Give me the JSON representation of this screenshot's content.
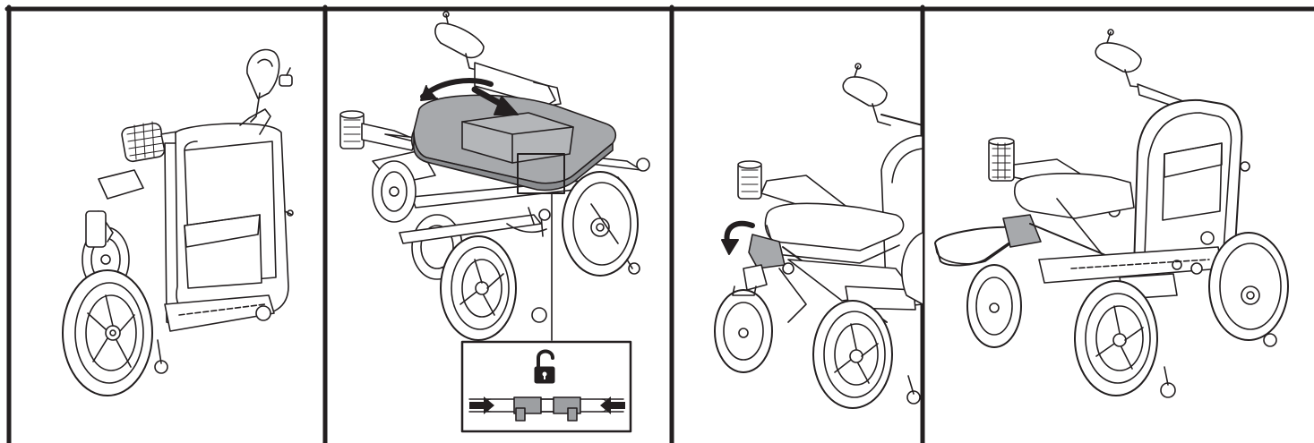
{
  "figure": {
    "panels": [
      {
        "id": 1,
        "depicts": "folded-wheelchair"
      },
      {
        "id": 2,
        "depicts": "seat-cushion-placement",
        "inset": "unlock-latch-detail"
      },
      {
        "id": 3,
        "depicts": "footrest-unfold"
      },
      {
        "id": 4,
        "depicts": "assembled-wheelchair"
      }
    ],
    "colors": {
      "line": "#231f20",
      "cushion": "#a7a9ac",
      "cushion_dark": "#8a8c8f",
      "latch": "#9d9fa2",
      "background": "#ffffff"
    },
    "icons": [
      "rotate-arrow-icon",
      "push-arrow-icon",
      "unlock-icon",
      "left-push-arrow-icon",
      "right-push-arrow-icon",
      "rotate-down-arrow-icon"
    ]
  }
}
